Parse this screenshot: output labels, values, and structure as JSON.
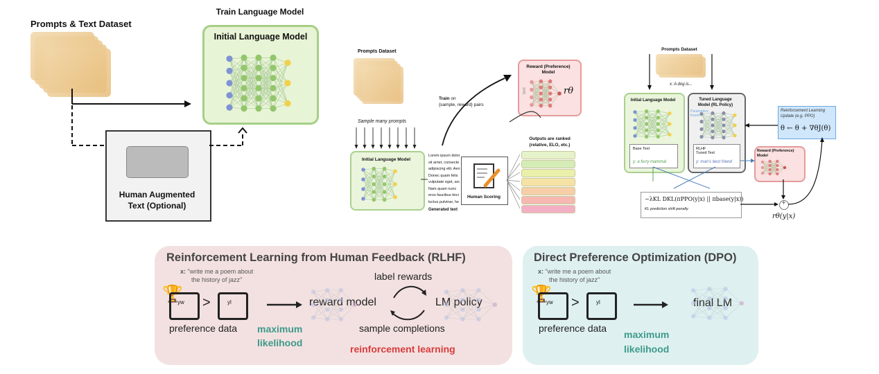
{
  "pretraining": {
    "dataset_label": "Prompts & Text Dataset",
    "train_title": "Train Language Model",
    "model_label": "Initial Language Model",
    "augment_label_line1": "Human Augmented",
    "augment_label_line2": "Text (Optional)"
  },
  "reward": {
    "prompts_label": "Prompts Dataset",
    "sample_label": "Sample many prompts",
    "model_label": "Initial Language Model",
    "generated_text": [
      "Lorem ipsum dolor",
      "sit amet, consecte",
      "adipiscing elit. Aen",
      "Donec quam felis",
      "vulputate eget, arc",
      "Nam quam nunc",
      "eros faucibus tinci",
      "luctus pulvinar, he"
    ],
    "generated_label": "Generated text",
    "human_scoring": "Human Scoring",
    "ranked_line1": "Outputs are ranked",
    "ranked_line2": "(relative, ELO, etc.)",
    "train_bold": "Train",
    "train_rest": " on",
    "train_line2": "{sample, reward} pairs",
    "rm_line1": "Reward (Preference)",
    "rm_line2": "Model",
    "rm_symbol": "rθ",
    "rm_text": "text"
  },
  "rl": {
    "prompts_label": "Prompts Dataset",
    "x_label": "x: A dog is...",
    "initial_model": "Initial Language Model",
    "tuned_line1": "Tuned Language",
    "tuned_line2": "Model (RL Policy)",
    "frozen_note_1": "Parameters",
    "frozen_note_2": "frozen",
    "base_text": "Base Text",
    "base_sample": "y: a furry mammal",
    "rlhf_line1": "RLHF",
    "rlhf_line2": "Tuned Text",
    "rlhf_sample": "y: man's best friend",
    "update_line1": "Reinforcement Learning",
    "update_line2": "Update (e.g. PPO)",
    "update_formula": "θ ← θ + ∇θJ(θ)",
    "rm_line1": "Reward (Preference)",
    "rm_line2": "Model",
    "kl_formula": "−λKL DKL(πPPO(y|x) || πbase(y|x))",
    "kl_caption": "KL prediction shift penalty",
    "plus": "+",
    "reward_out": "rθ(y|x)"
  },
  "rlhf_panel": {
    "title": "Reinforcement Learning from Human Feedback (RLHF)",
    "x_prefix": "x:",
    "x_line1": "\"write me a poem about",
    "x_line2": "the history of jazz\"",
    "pref_label": "preference data",
    "ml_line1": "maximum",
    "ml_line2": "likelihood",
    "label_rewards": "label rewards",
    "reward_model": "reward model",
    "lm_policy": "LM policy",
    "sample_completions": "sample completions",
    "rl_label": "reinforcement learning",
    "yw": "yw",
    "yl": "yl",
    "gt": ">"
  },
  "dpo_panel": {
    "title": "Direct Preference Optimization (DPO)",
    "x_prefix": "x:",
    "x_line1": "\"write me a poem about",
    "x_line2": "the history of jazz\"",
    "pref_label": "preference data",
    "final_lm": "final LM",
    "ml_line1": "maximum",
    "ml_line2": "likelihood",
    "yw": "yw",
    "yl": "yl",
    "gt": ">"
  },
  "colors": {
    "rlhf_panel": "#f3e1e1",
    "dpo_panel": "#dff0f1",
    "teal": "#3d9a8a",
    "red": "#d93b3b",
    "green_node": "#93c66b",
    "blue_node": "#7f93d4",
    "yellow_node": "#f2d04b"
  }
}
